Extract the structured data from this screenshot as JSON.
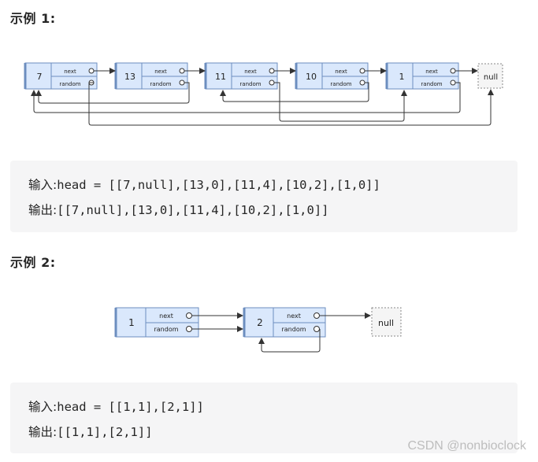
{
  "example1": {
    "heading": "示例 1:",
    "nodes": [
      "7",
      "13",
      "11",
      "10",
      "1"
    ],
    "field_next": "next",
    "field_random": "random",
    "null_label": "null",
    "input_label": "输入:",
    "input_value": "head = [[7,null],[13,0],[11,4],[10,2],[1,0]]",
    "output_label": "输出:",
    "output_value": "[[7,null],[13,0],[11,4],[10,2],[1,0]]"
  },
  "example2": {
    "heading": "示例 2:",
    "nodes": [
      "1",
      "2"
    ],
    "field_next": "next",
    "field_random": "random",
    "null_label": "null",
    "input_label": "输入:",
    "input_value": "head = [[1,1],[2,1]]",
    "output_label": "输出:",
    "output_value": "[[1,1],[2,1]]"
  },
  "watermark": "CSDN @nonbioclock",
  "colors": {
    "node_fill": "#dae8fc",
    "node_stroke": "#6c8ebf",
    "null_fill": "#f5f5f5",
    "arrow": "#333333",
    "code_bg": "#f5f5f6"
  }
}
